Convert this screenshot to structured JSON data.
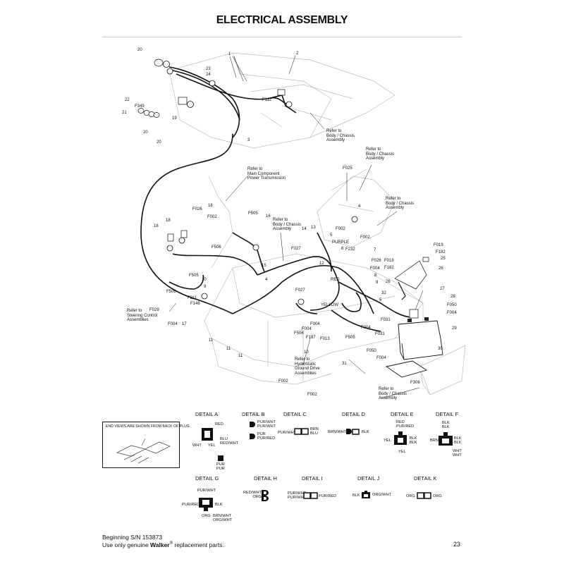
{
  "title": "ELECTRICAL ASSEMBLY",
  "footer": {
    "line1": "Beginning S/N 153873",
    "line2_pre": "Use only genuine ",
    "line2_brand": "Walker",
    "line2_reg": "®",
    "line2_post": " replacement parts.",
    "page": "23"
  },
  "callouts": {
    "n1": "1",
    "n2": "2",
    "n3": "3",
    "n4": "4",
    "n4b": "4",
    "n5": "5",
    "n6": "6",
    "n7": "7",
    "n8": "8",
    "n9": "9",
    "n10": "10",
    "n10b": "10",
    "n11a": "11",
    "n11b": "11",
    "n11c": "11",
    "n12": "12",
    "n13": "13",
    "n14": "14",
    "n15": "15",
    "n16": "16",
    "n17": "17",
    "n18a": "18",
    "n18b": "18",
    "n18c": "18",
    "n19": "19",
    "n20a": "20",
    "n20b": "20",
    "n20c": "20",
    "n21": "21",
    "n22": "22",
    "n23": "23",
    "n24": "24",
    "n25": "25",
    "n26a": "26",
    "n26b": "26",
    "n27": "27",
    "n28": "28",
    "n29": "29",
    "n30": "30",
    "n31": "31",
    "n32": "32",
    "f025": "F025",
    "f026a": "F026",
    "f026b": "F026",
    "f002a": "F002",
    "f002b": "F002",
    "f002c": "F002",
    "f002d": "F002",
    "f002e": "F002",
    "f505a": "F505",
    "f505b": "F505",
    "f505c": "F505",
    "f506a": "F506",
    "f506b": "F506",
    "f506c": "F506",
    "f027a": "F027",
    "f027b": "F027",
    "f004a": "F004",
    "f004b": "F004",
    "f004c": "F004",
    "f004d": "F004",
    "f004e": "F004",
    "f004f": "F004",
    "f019a": "F019",
    "f019b": "F019",
    "f182a": "F182",
    "f182b": "F182",
    "f050a": "F050",
    "f050b": "F050",
    "f031a": "F031",
    "f031b": "F031",
    "f013": "F013",
    "f187": "F187",
    "f146": "F146",
    "f211": "F211",
    "f029": "F029",
    "f306": "F306",
    "f112": "F112",
    "f349": "F349",
    "f232": "F232",
    "purple": "PURPLE",
    "red": "RED",
    "yellow": "YELLOW"
  },
  "refs": {
    "r1": "Refer to\nBody / Chassis\nAssembly",
    "r2": "Refer to\nBody / Chassis\nAssembly",
    "r3": "Refer to\nBody / Chassis\nAssembly",
    "r4": "Refer to\nMain Component\nPower Transmission",
    "r5": "Refer to\nBody / Chassis\nAssembly",
    "r6": "Refer to\nSteering Control\nAssemblies",
    "r7": "Refer to\nHydrostatic\nGround Drive\nAssemblies",
    "r8": "Refer to\nBody / Chassis\nAssembly"
  },
  "plug_note": "END VIEWS ARE SHOWN FROM BACK OF PLUG",
  "details": {
    "a": {
      "title": "DETAIL A",
      "l1": "RED",
      "l2": "BLU\nRED/WHT",
      "l3": "WHT",
      "l4": "YEL",
      "l5": "PUR\nPUR"
    },
    "b": {
      "title": "DETAIL B",
      "l1": "PUR/WHT\nPUR/WHT",
      "l2": "PUR\nPUR/RED"
    },
    "c": {
      "title": "DETAIL C",
      "l1": "PUR/WHT",
      "l2": "BRN\nBLU"
    },
    "d": {
      "title": "DETAIL D",
      "l1": "BRN/WHT",
      "l2": "BLK"
    },
    "e": {
      "title": "DETAIL E",
      "l1": "RED\nPUR/RED",
      "l2": "YEL",
      "l3": "BLK\nBLK",
      "l4": "YEL"
    },
    "f": {
      "title": "DETAIL F",
      "l1": "BLK\nBLK",
      "l2": "BRN",
      "l3": "BLK\nBLK",
      "l4": "WHT\nWHT"
    },
    "g": {
      "title": "DETAIL G",
      "l1": "PUR/WHT",
      "l2": "PUR/RED",
      "l3": "BLK",
      "l4": "ORG",
      "l5": "BRN/WHT\nORG/WHT"
    },
    "h": {
      "title": "DETAIL H",
      "l1": "RED/WHT\nORG"
    },
    "i": {
      "title": "DETAIL I",
      "l1": "PUR/WHT\nPUR/WHT",
      "l2": "PUR/RED"
    },
    "j": {
      "title": "DETAIL J",
      "l1": "BLK",
      "l2": "ORG/WHT"
    },
    "k": {
      "title": "DETAIL K",
      "l1": "ORG",
      "l2": "ORG"
    }
  }
}
